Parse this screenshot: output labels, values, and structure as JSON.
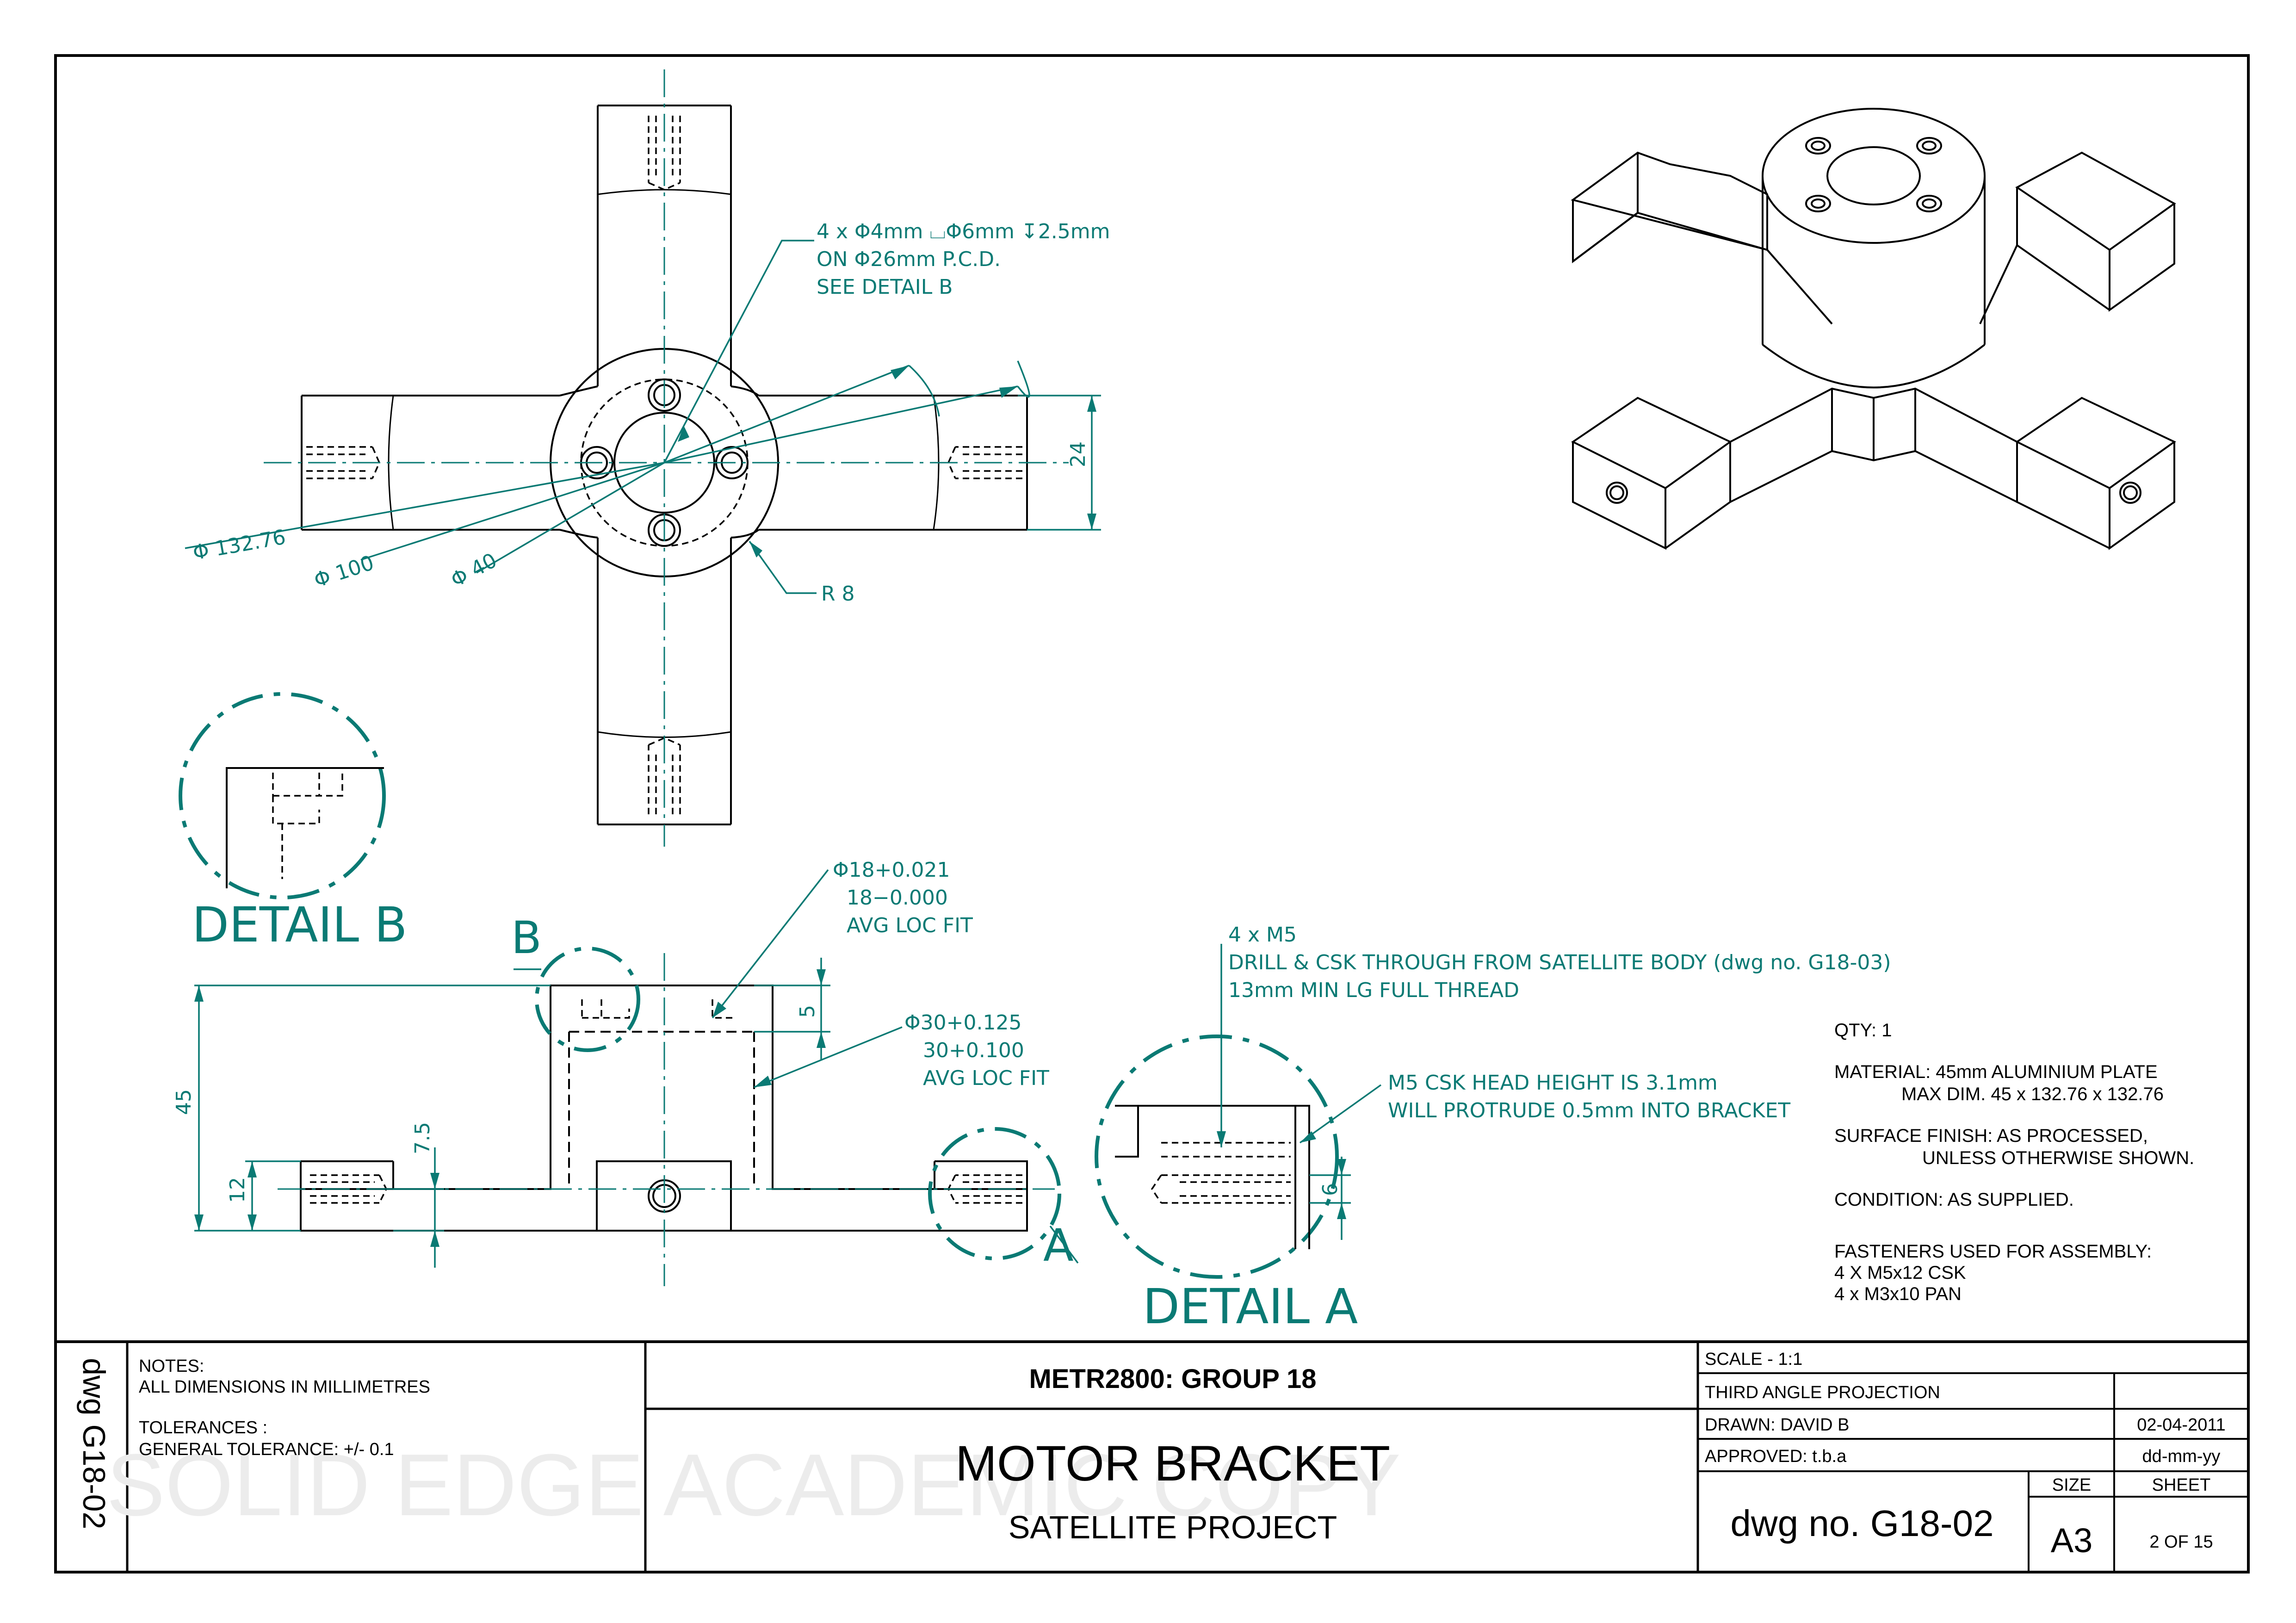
{
  "drawing": {
    "plan_callouts": {
      "holes_line1": "4  x  Φ4mm ⌴Φ6mm ↧2.5mm",
      "holes_line2": "ON Φ26mm P.C.D.",
      "holes_line3": "SEE DETAIL B",
      "dia_132": "Φ 132.76",
      "dia_100": "Φ 100",
      "dia_40": "Φ 40",
      "radius": "R 8",
      "width": "24"
    },
    "side_callouts": {
      "bore_line1": "Φ18+0.021",
      "bore_line2": "18−0.000",
      "bore_line3": "AVG LOC FIT",
      "boss_line1": "Φ30+0.125",
      "boss_line2": "30+0.100",
      "boss_line3": "AVG LOC FIT",
      "height_45": "45",
      "height_12": "12",
      "height_7_5": "7.5",
      "depth_5": "5",
      "detail_b_marker": "B",
      "detail_a_marker": "A"
    },
    "detail_a": {
      "title": "DETAIL A",
      "note1_line1": "4  x  M5",
      "note1_line2": "DRILL & CSK THROUGH FROM SATELLITE BODY (dwg no. G18-03)",
      "note1_line3": "13mm MIN LG FULL THREAD",
      "note2_line1": "M5 CSK HEAD HEIGHT IS 3.1mm",
      "note2_line2": "WILL PROTRUDE 0.5mm INTO BRACKET",
      "dim_6": "6"
    },
    "detail_b": {
      "title": "DETAIL B"
    },
    "notes_right": {
      "qty": "QTY:  1",
      "material_line1": "MATERIAL:   45mm ALUMINIUM PLATE",
      "material_line2": "MAX DIM.   45  x  132.76  x  132.76",
      "finish_line1": "SURFACE FINISH:   AS PROCESSED,",
      "finish_line2": "UNLESS OTHERWISE SHOWN.",
      "condition": "CONDITION:   AS SUPPLIED.",
      "fasteners_title": "FASTENERS USED FOR ASSEMBLY:",
      "fastener1": "4  X  M5x12 CSK",
      "fastener2": "4  x  M3x10 PAN"
    }
  },
  "title_block": {
    "side_dwg": "dwg G18-02",
    "notes_title": "NOTES:",
    "notes_line": "ALL DIMENSIONS IN MILLIMETRES",
    "tolerances_title": "TOLERANCES :",
    "tolerances_line": "GENERAL TOLERANCE:  +/- 0.1",
    "course": "METR2800:  GROUP 18",
    "part_name": "MOTOR BRACKET",
    "project": "SATELLITE PROJECT",
    "watermark": "SOLID EDGE ACADEMIC COPY",
    "scale": "SCALE - 1:1",
    "projection": "THIRD ANGLE PROJECTION",
    "drawn": "DRAWN:   DAVID B",
    "drawn_date": "02-04-2011",
    "approved": "APPROVED:   t.b.a",
    "approved_date": "dd-mm-yy",
    "dwg_no": "dwg no. G18-02",
    "size_label": "SIZE",
    "size": "A3",
    "sheet_label": "SHEET",
    "sheet": "2 OF 15"
  }
}
